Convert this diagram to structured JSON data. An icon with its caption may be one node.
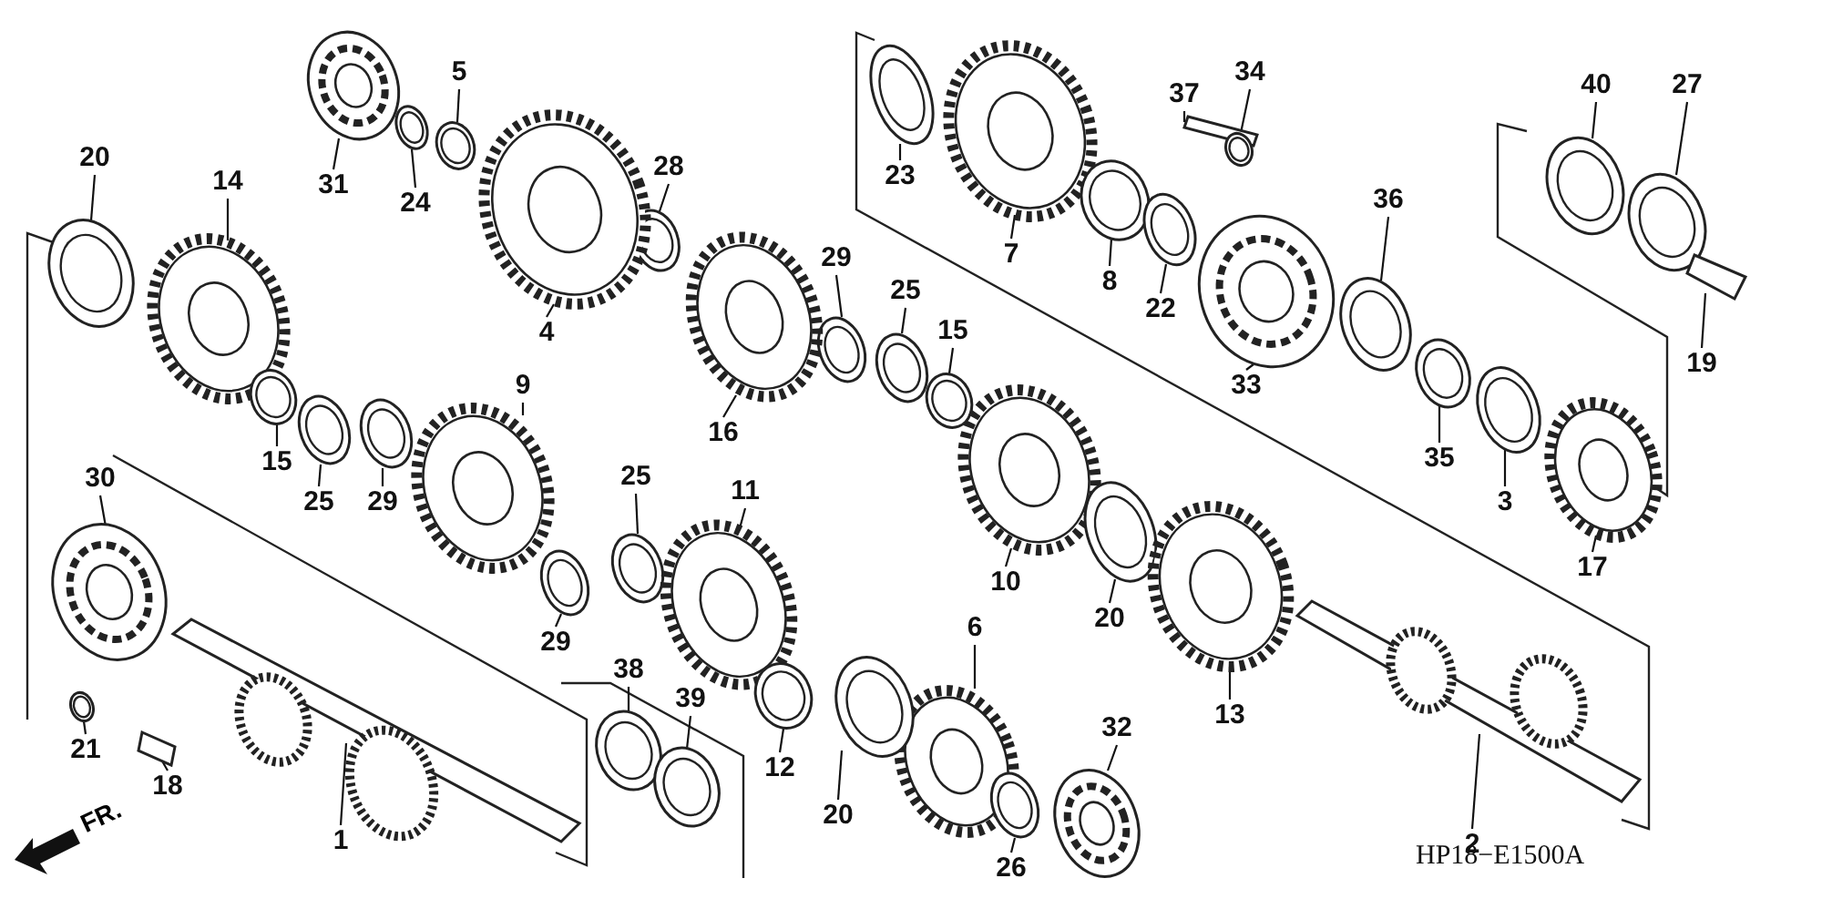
{
  "diagram": {
    "nodes": [
      {
        "text": [
          "5"
        ]
      },
      {
        "text": [
          "37"
        ]
      },
      {
        "text": [
          "34"
        ]
      },
      {
        "text": [
          "40"
        ]
      },
      {
        "text": [
          "27"
        ]
      },
      {
        "text": [
          "20"
        ]
      },
      {
        "text": [
          "14"
        ]
      },
      {
        "text": [
          "31"
        ]
      },
      {
        "text": [
          "24"
        ]
      },
      {
        "text": [
          "28"
        ]
      },
      {
        "text": [
          "23"
        ]
      },
      {
        "text": [
          "36"
        ]
      },
      {
        "text": [
          "7"
        ]
      },
      {
        "text": [
          "8"
        ]
      },
      {
        "text": [
          "22"
        ]
      },
      {
        "text": [
          "29"
        ]
      },
      {
        "text": [
          "25"
        ]
      },
      {
        "text": [
          "15"
        ]
      },
      {
        "text": [
          "19"
        ]
      },
      {
        "text": [
          "4"
        ]
      },
      {
        "text": [
          "9"
        ]
      },
      {
        "text": [
          "33"
        ]
      },
      {
        "text": [
          "35"
        ]
      },
      {
        "text": [
          "16"
        ]
      },
      {
        "text": [
          "15"
        ]
      },
      {
        "text": [
          "25"
        ]
      },
      {
        "text": [
          "29"
        ]
      },
      {
        "text": [
          "30"
        ]
      },
      {
        "text": [
          "25"
        ]
      },
      {
        "text": [
          "11"
        ]
      },
      {
        "text": [
          "3"
        ]
      },
      {
        "text": [
          "17"
        ]
      },
      {
        "text": [
          "10"
        ]
      },
      {
        "text": [
          "20"
        ]
      },
      {
        "text": [
          "6"
        ]
      },
      {
        "text": [
          "29"
        ]
      },
      {
        "text": [
          "38"
        ]
      },
      {
        "text": [
          "39"
        ]
      },
      {
        "text": [
          "13"
        ]
      },
      {
        "text": [
          "32"
        ]
      },
      {
        "text": [
          "21"
        ]
      },
      {
        "text": [
          "12"
        ]
      },
      {
        "text": [
          "18"
        ]
      },
      {
        "text": [
          "20"
        ]
      },
      {
        "text": [
          "1"
        ]
      },
      {
        "text": [
          "2"
        ]
      },
      {
        "text": [
          "26"
        ]
      },
      {
        "text": [],
        "shape": "collar"
      },
      {
        "text": [],
        "shape": "bolt"
      },
      {
        "text": [],
        "shape": "ring"
      },
      {
        "text": [],
        "shape": "ring"
      },
      {
        "text": [],
        "shape": "ring"
      },
      {
        "text": [],
        "shape": "ring"
      },
      {
        "text": [],
        "shape": "gear"
      },
      {
        "text": [],
        "shape": "bearing"
      },
      {
        "text": [],
        "shape": "ring"
      },
      {
        "text": [],
        "shape": "ring"
      },
      {
        "text": [],
        "shape": "ring"
      },
      {
        "text": [],
        "shape": "ring"
      },
      {
        "text": [],
        "shape": "gear"
      },
      {
        "text": [],
        "shape": "collar"
      },
      {
        "text": [],
        "shape": "ring"
      },
      {
        "text": [],
        "shape": "ring"
      },
      {
        "text": [],
        "shape": "ring"
      },
      {
        "text": [],
        "shape": "collar"
      },
      {
        "text": [],
        "shape": "bolt"
      },
      {
        "text": [],
        "shape": "gear"
      },
      {
        "text": [],
        "shape": "gear"
      },
      {
        "text": [],
        "shape": "bearing"
      },
      {
        "text": [],
        "shape": "ring"
      },
      {
        "text": [],
        "shape": "gear"
      },
      {
        "text": [],
        "shape": "collar"
      },
      {
        "text": [],
        "shape": "ring"
      },
      {
        "text": [],
        "shape": "ring"
      },
      {
        "text": [],
        "shape": "bearing"
      },
      {
        "text": [],
        "shape": "ring"
      },
      {
        "text": [],
        "shape": "gear"
      },
      {
        "text": [],
        "shape": "collar"
      },
      {
        "text": [],
        "shape": "gear"
      },
      {
        "text": [],
        "shape": "gear"
      },
      {
        "text": [],
        "shape": "ring"
      },
      {
        "text": [],
        "shape": "gear"
      },
      {
        "text": [],
        "shape": "ring"
      },
      {
        "text": [],
        "shape": "ring"
      },
      {
        "text": [],
        "shape": "ring"
      },
      {
        "text": [],
        "shape": "gear"
      },
      {
        "text": [],
        "shape": "bearing"
      },
      {
        "text": [],
        "shape": "ring"
      },
      {
        "text": [],
        "shape": "collar"
      },
      {
        "text": [],
        "shape": "bolt"
      },
      {
        "text": [],
        "shape": "ring"
      },
      {
        "text": [],
        "shape": "shaft"
      },
      {
        "text": [],
        "shape": "shaft"
      },
      {
        "text": [],
        "shape": "ring"
      }
    ],
    "edges": [
      {
        "from": 0,
        "to": 47,
        "arrow": "none"
      },
      {
        "from": 1,
        "to": 48,
        "arrow": "none"
      },
      {
        "from": 2,
        "to": 49,
        "arrow": "none"
      },
      {
        "from": 3,
        "to": 50,
        "arrow": "none"
      },
      {
        "from": 4,
        "to": 51,
        "arrow": "none"
      },
      {
        "from": 5,
        "to": 52,
        "arrow": "none"
      },
      {
        "from": 6,
        "to": 53,
        "arrow": "none"
      },
      {
        "from": 7,
        "to": 54,
        "arrow": "none"
      },
      {
        "from": 8,
        "to": 55,
        "arrow": "none"
      },
      {
        "from": 9,
        "to": 56,
        "arrow": "none"
      },
      {
        "from": 10,
        "to": 57,
        "arrow": "none"
      },
      {
        "from": 11,
        "to": 58,
        "arrow": "none"
      },
      {
        "from": 12,
        "to": 59,
        "arrow": "none"
      },
      {
        "from": 13,
        "to": 60,
        "arrow": "none"
      },
      {
        "from": 14,
        "to": 61,
        "arrow": "none"
      },
      {
        "from": 15,
        "to": 62,
        "arrow": "none"
      },
      {
        "from": 16,
        "to": 63,
        "arrow": "none"
      },
      {
        "from": 17,
        "to": 64,
        "arrow": "none"
      },
      {
        "from": 18,
        "to": 65,
        "arrow": "none"
      },
      {
        "from": 19,
        "to": 66,
        "arrow": "none"
      },
      {
        "from": 20,
        "to": 67,
        "arrow": "none"
      },
      {
        "from": 21,
        "to": 68,
        "arrow": "none"
      },
      {
        "from": 22,
        "to": 69,
        "arrow": "none"
      },
      {
        "from": 23,
        "to": 70,
        "arrow": "none"
      },
      {
        "from": 24,
        "to": 71,
        "arrow": "none"
      },
      {
        "from": 25,
        "to": 72,
        "arrow": "none"
      },
      {
        "from": 26,
        "to": 73,
        "arrow": "none"
      },
      {
        "from": 27,
        "to": 74,
        "arrow": "none"
      },
      {
        "from": 28,
        "to": 75,
        "arrow": "none"
      },
      {
        "from": 29,
        "to": 76,
        "arrow": "none"
      },
      {
        "from": 30,
        "to": 77,
        "arrow": "none"
      },
      {
        "from": 31,
        "to": 78,
        "arrow": "none"
      },
      {
        "from": 32,
        "to": 79,
        "arrow": "none"
      },
      {
        "from": 33,
        "to": 80,
        "arrow": "none"
      },
      {
        "from": 34,
        "to": 81,
        "arrow": "none"
      },
      {
        "from": 35,
        "to": 82,
        "arrow": "none"
      },
      {
        "from": 36,
        "to": 83,
        "arrow": "none"
      },
      {
        "from": 37,
        "to": 84,
        "arrow": "none"
      },
      {
        "from": 38,
        "to": 85,
        "arrow": "none"
      },
      {
        "from": 39,
        "to": 86,
        "arrow": "none"
      },
      {
        "from": 40,
        "to": 87,
        "arrow": "none"
      },
      {
        "from": 41,
        "to": 88,
        "arrow": "none"
      },
      {
        "from": 42,
        "to": 89,
        "arrow": "none"
      },
      {
        "from": 43,
        "to": 90,
        "arrow": "none"
      },
      {
        "from": 44,
        "to": 91,
        "arrow": "none"
      },
      {
        "from": 45,
        "to": 92,
        "arrow": "none"
      },
      {
        "from": 46,
        "to": 93,
        "arrow": "none"
      }
    ],
    "labels": [
      "FR.",
      "HP18−E1500A"
    ]
  }
}
